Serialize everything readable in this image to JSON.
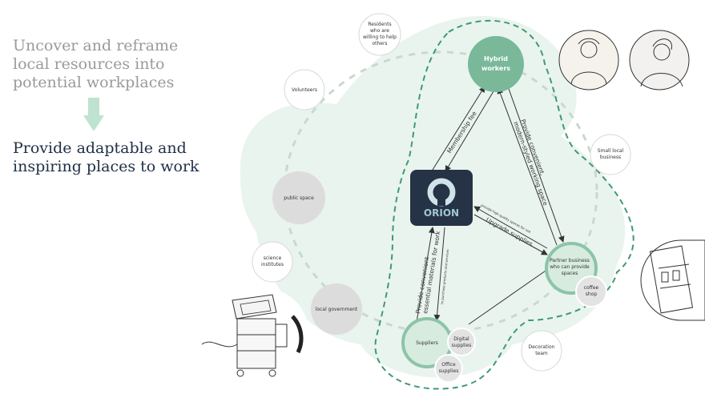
{
  "headline": {
    "line1": [
      "Uncover and reframe",
      "local resources into",
      "potential workplaces"
    ],
    "line2": [
      "Provide adaptable and",
      "inspiring places to work"
    ]
  },
  "logo_text": "ORION",
  "nodes": {
    "hybrid_workers": [
      "Hybrid",
      "workers"
    ],
    "partner_business": [
      "Partner business",
      "who can provide",
      "spaces"
    ],
    "coffee_shop": [
      "coffee",
      "shop"
    ],
    "suppliers": [
      "Suppliers"
    ],
    "digital_supplies": [
      "Digital",
      "supplies"
    ],
    "office_supplies": [
      "Office",
      "supplies"
    ],
    "public_space": [
      "public space"
    ],
    "local_government": [
      "local government"
    ],
    "residents": [
      "Residents",
      "who are",
      "willing to help",
      "others"
    ],
    "volunteers": [
      "Volunteers"
    ],
    "small_local_business": [
      "Small local",
      "business"
    ],
    "science_institutes": [
      "science",
      "institutes"
    ],
    "decoration_team": [
      "Decoration",
      "team"
    ]
  },
  "edges": {
    "membership_fee": "Membership fee",
    "membership_fee_sub": "...",
    "provide_workspace": [
      "Provide convenient,",
      "modern-styled working space"
    ],
    "upgrade_supplies": "Upgrade supplies",
    "upgrade_supplies_sub": "provide high-quality spaces for use",
    "provide_materials": [
      "Provide convenient",
      "essential materials for work"
    ],
    "provide_materials_sub": "to purchase products and services"
  },
  "colors": {
    "teal": "#7ab89a",
    "teal_dark": "#5fa787",
    "blob_fill": "#e9f4ee",
    "navy": "#263245",
    "grey_node": "#dcdcdc"
  }
}
